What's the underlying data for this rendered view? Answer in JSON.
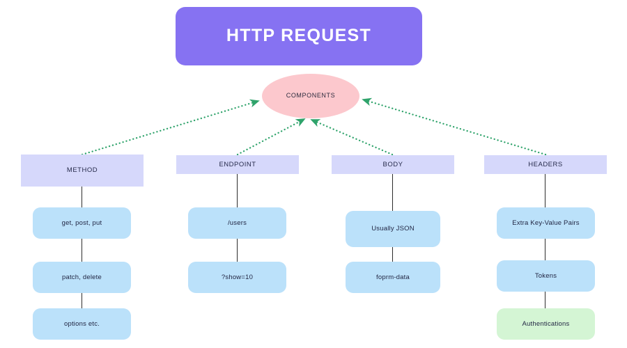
{
  "diagram": {
    "title": "HTTP REQUEST",
    "hub": {
      "label": "COMPONENTS"
    },
    "colors": {
      "title_banner": "#8672f2",
      "hub_ellipse": "#fcc8cd",
      "header_box": "#d6d8fb",
      "leaf_box": "#bbe1fa",
      "accent_box": "#d4f5d4",
      "arrow": "#2fa36b",
      "connector": "#2c2c2c",
      "background": "#ffffff"
    },
    "columns": [
      {
        "header": "METHOD",
        "children": [
          {
            "label": "get, post, put",
            "style": "blue"
          },
          {
            "label": "patch, delete",
            "style": "blue"
          },
          {
            "label": "options etc.",
            "style": "blue"
          }
        ]
      },
      {
        "header": "ENDPOINT",
        "children": [
          {
            "label": "/users",
            "style": "blue"
          },
          {
            "label": "?show=10",
            "style": "blue"
          }
        ]
      },
      {
        "header": "BODY",
        "children": [
          {
            "label": "Usually JSON",
            "style": "blue"
          },
          {
            "label": "foprm-data",
            "style": "blue"
          }
        ]
      },
      {
        "header": "HEADERS",
        "children": [
          {
            "label": "Extra Key-Value Pairs",
            "style": "blue"
          },
          {
            "label": "Tokens",
            "style": "blue"
          },
          {
            "label": "Authentications",
            "style": "green"
          }
        ]
      }
    ]
  }
}
